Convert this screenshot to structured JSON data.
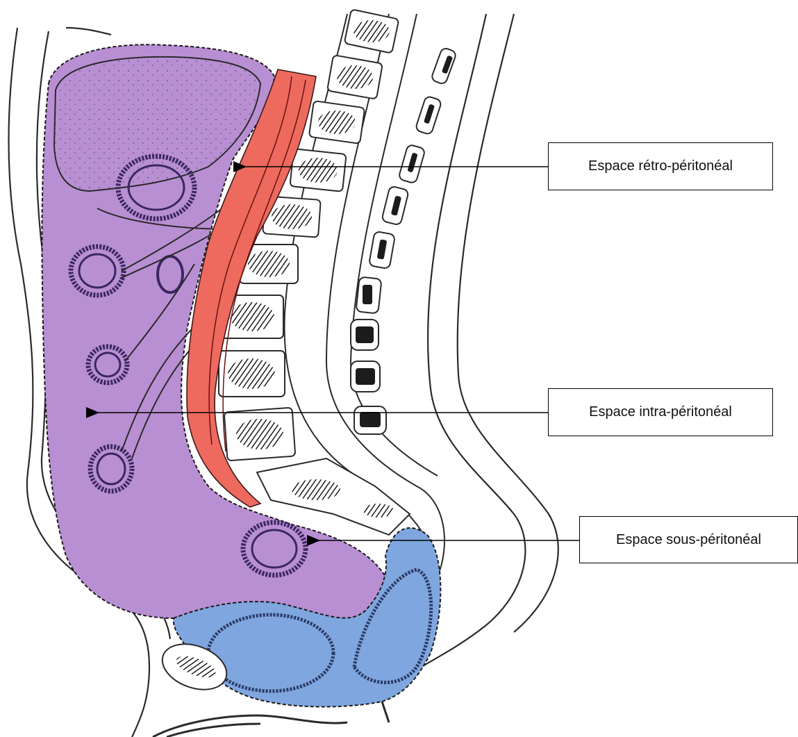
{
  "labels": {
    "retro": "Espace rétro-péritonéal",
    "intra": "Espace intra-péritonéal",
    "sous": "Espace sous-péritonéal"
  },
  "colors": {
    "intra": "#b98fd3",
    "retro": "#ee6a5e",
    "sous": "#7fa6de",
    "line": "#2a2a2a",
    "bowel": "#3b2760",
    "vertebra_fill": "#ffffff",
    "vertebra_core": "#2b2b2b"
  }
}
